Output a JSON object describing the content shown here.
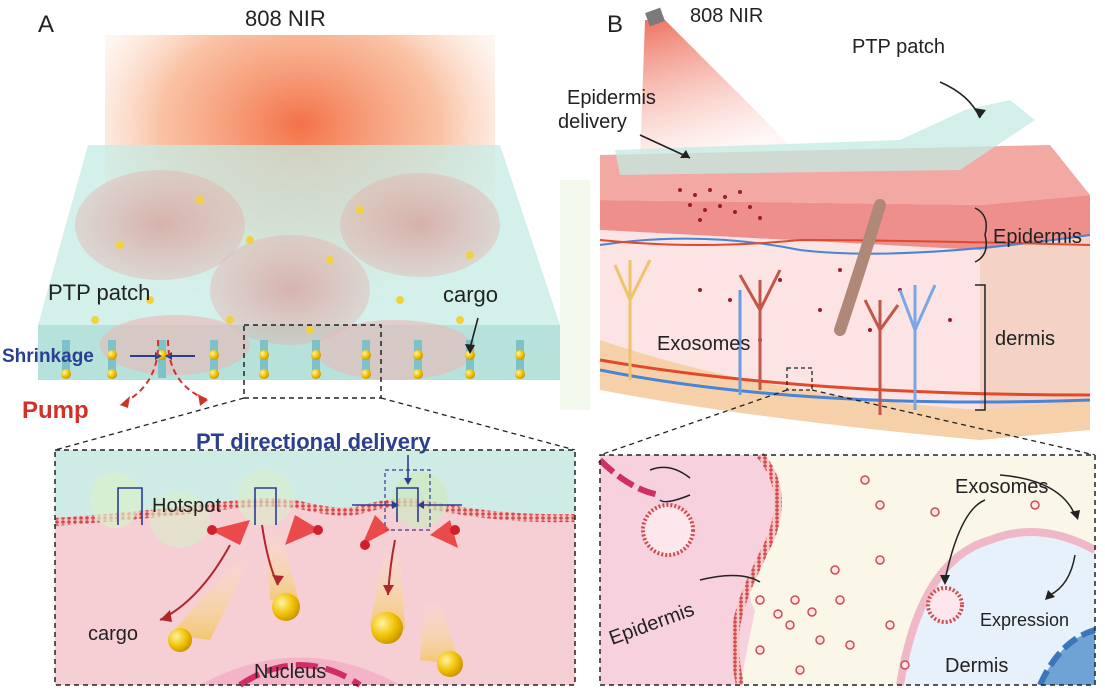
{
  "panelA": {
    "letter": "A",
    "laser_label": "808 NIR",
    "patch_label": "PTP patch",
    "cargo_label_top": "cargo",
    "shrinkage_label": "Shrinkage",
    "pump_label": "Pump",
    "inset": {
      "title": "PT directional delivery",
      "hotspot_label": "Hotspot",
      "cargo_label": "cargo",
      "nucleus_label": "Nucleus"
    }
  },
  "panelB": {
    "letter": "B",
    "laser_label": "808 NIR",
    "patch_label": "PTP patch",
    "epidermis_delivery_label": "Epidermis\ndelivery",
    "epidermis_label": "Epidermis",
    "dermis_label": "dermis",
    "exosomes_label": "Exosomes",
    "inset": {
      "exosomes_label": "Exosomes",
      "epidermis_label": "Epidermis",
      "expression_label": "Expression",
      "dermis_label": "Dermis"
    }
  },
  "colors": {
    "patch": "#bfe6e0",
    "laser": "#f4774f",
    "skin_epidermis": "#f3a7a0",
    "skin_dermis": "#fbe2e0",
    "cargo": "#f2c200",
    "title_blue": "#2a3f8f",
    "pump_red": "#d0322a"
  }
}
